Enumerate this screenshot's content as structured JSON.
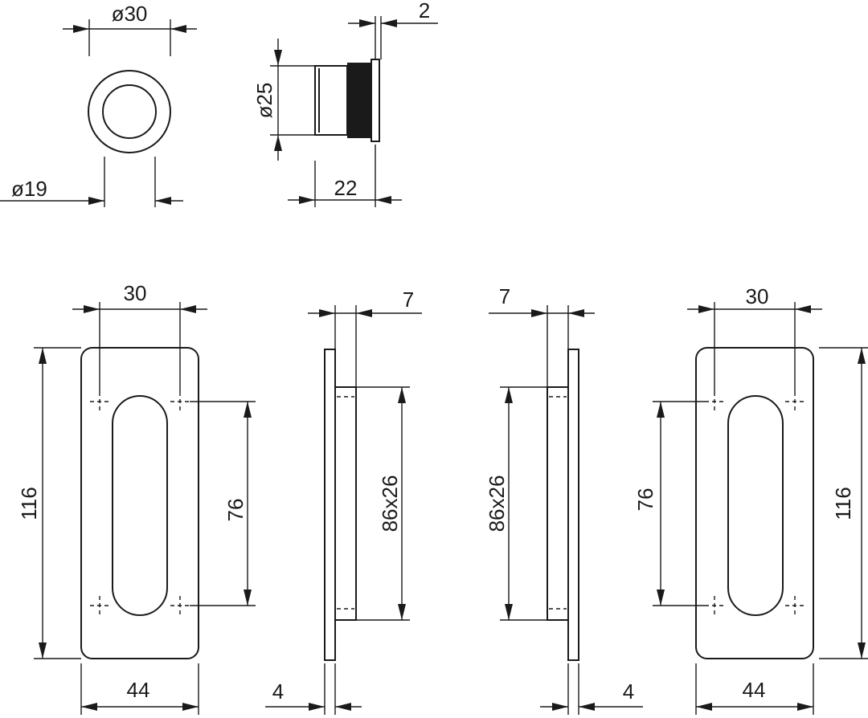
{
  "dimensions": {
    "knob_outer_diameter": "ø30",
    "knob_inner_diameter": "ø19",
    "knob_side_diameter": "ø25",
    "knob_depth": "22",
    "knob_flange": "2",
    "plate_a_hole_spacing": "30",
    "plate_a_height": "116",
    "plate_a_hole_pitch": "76",
    "plate_a_width": "44",
    "side_a_depth": "7",
    "side_a_recess": "86x26",
    "side_a_thickness": "4",
    "side_b_depth": "7",
    "side_b_recess": "86x26",
    "side_b_thickness": "4",
    "plate_b_hole_spacing": "30",
    "plate_b_height": "116",
    "plate_b_hole_pitch": "76",
    "plate_b_width": "44"
  }
}
